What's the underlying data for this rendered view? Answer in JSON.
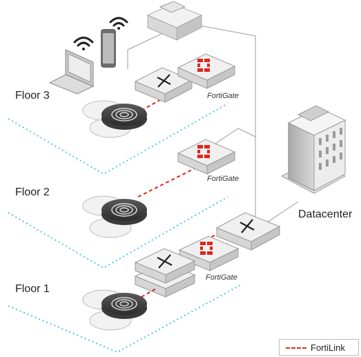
{
  "floors": [
    {
      "label": "Floor 3"
    },
    {
      "label": "Floor 2"
    },
    {
      "label": "Floor 1"
    }
  ],
  "datacenter": {
    "label": "Datacenter"
  },
  "fortigate_label": "FortiGate",
  "legend": {
    "label": "FortiLink"
  },
  "colors": {
    "fortilink": "#d42a20",
    "floor_outline": "#4ec6e3",
    "device_body": "#e9e9e9",
    "fortinet_red": "#e2241b"
  }
}
